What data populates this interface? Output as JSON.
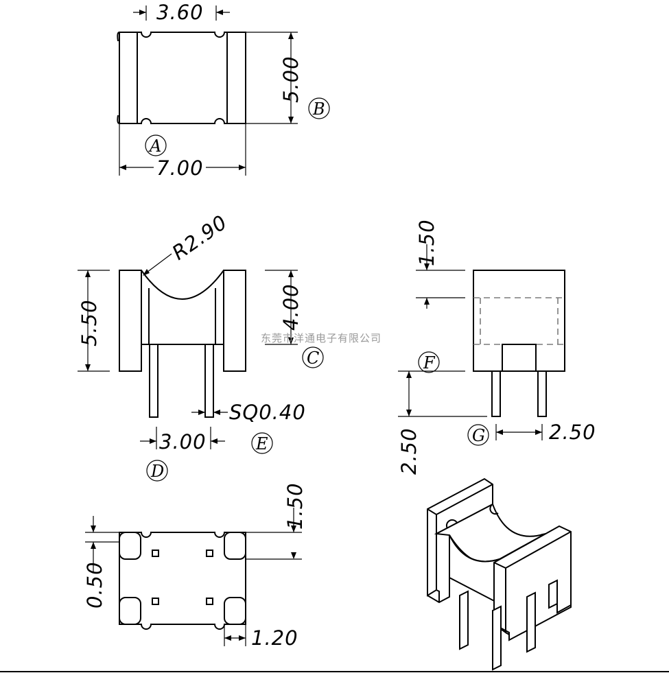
{
  "dimensions": {
    "top_width": "3.60",
    "top_height": "5.00",
    "top_length": "7.00",
    "radius": "R2.90",
    "front_height": "5.50",
    "slot_depth": "4.00",
    "pin_size": "SQ0.40",
    "pin_pitch": "3.00",
    "side_top": "1.50",
    "pin_length": "2.50",
    "side_pitch": "2.50",
    "bottom_top": "1.50",
    "bottom_offset": "0.50",
    "bottom_width": "1.20"
  },
  "view_labels": {
    "a": "A",
    "b": "B",
    "c": "C",
    "d": "D",
    "e": "E",
    "f": "F",
    "g": "G"
  },
  "watermark": "东莞市洋通电子有限公司"
}
